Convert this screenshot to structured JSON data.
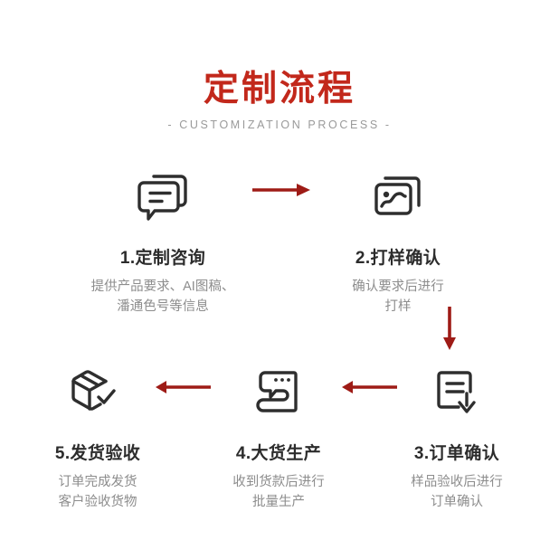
{
  "header": {
    "title": "定制流程",
    "subtitle": "- CUSTOMIZATION PROCESS -",
    "title_color": "#C2281B",
    "subtitle_color": "#9A9A9A"
  },
  "theme": {
    "background": "#FFFFFF",
    "arrow_color": "#9E1B16",
    "icon_color": "#2E2E2E",
    "step_title_color": "#2C2C2C",
    "step_desc_color": "#8D8D8D"
  },
  "steps": [
    {
      "number": "1",
      "title": "1.定制咨询",
      "desc": "提供产品要求、AI图稿、\n潘通色号等信息",
      "icon": "chat-bubbles-icon"
    },
    {
      "number": "2",
      "title": "2.打样确认",
      "desc": "确认要求后进行\n打样",
      "icon": "image-stack-icon"
    },
    {
      "number": "3",
      "title": "3.订单确认",
      "desc": "样品验收后进行\n订单确认",
      "icon": "document-download-icon"
    },
    {
      "number": "4",
      "title": "4.大货生产",
      "desc": "收到货款后进行\n批量生产",
      "icon": "sewing-machine-icon"
    },
    {
      "number": "5",
      "title": "5.发货验收",
      "desc": "订单完成发货\n客户验收货物",
      "icon": "package-check-icon"
    }
  ],
  "arrows": [
    {
      "name": "arrow-step1-to-step2",
      "direction": "right"
    },
    {
      "name": "arrow-step2-to-step3",
      "direction": "down"
    },
    {
      "name": "arrow-step3-to-step4",
      "direction": "left"
    },
    {
      "name": "arrow-step4-to-step5",
      "direction": "left"
    }
  ]
}
